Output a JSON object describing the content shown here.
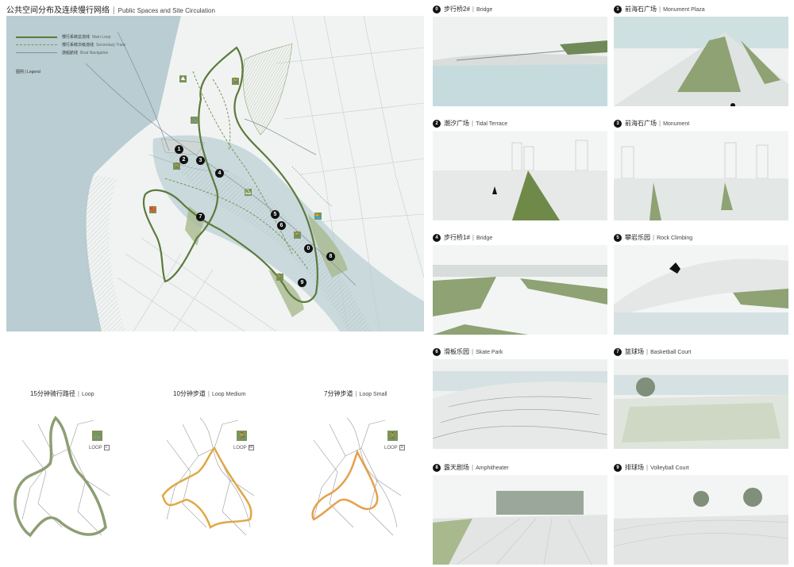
{
  "map": {
    "title_cn": "公共空间分布及连续慢行网络",
    "title_en": "Public Spaces and Site Circulation",
    "legend": [
      {
        "cn": "慢行系统总流线",
        "en": "Main Loop",
        "color": "#5d7a3c",
        "style": "solid-thick"
      },
      {
        "cn": "慢行系统次级流线",
        "en": "Secondary Trails",
        "color": "#7b9459",
        "style": "dashed"
      },
      {
        "cn": "游船航线",
        "en": "Boat Navigation",
        "color": "#7f8f98",
        "style": "thin"
      }
    ],
    "legend_title_cn": "图例",
    "legend_title_en": "Legend",
    "markers": [
      "1",
      "2",
      "3",
      "4",
      "5",
      "6",
      "7",
      "8",
      "9",
      "0"
    ],
    "colors": {
      "water": "#b9cdd2",
      "green": "#7b9459",
      "dark_green": "#5d7a3c",
      "land": "#f1f3f2"
    }
  },
  "loops": [
    {
      "cn": "15分钟骑行路径",
      "en": "Loop",
      "badge": "LOOP",
      "letter": "L",
      "color": "#8e9e74",
      "icon": "cyclist-icon"
    },
    {
      "cn": "10分钟步道",
      "en": "Loop Medium",
      "badge": "LOOP",
      "letter": "M",
      "color": "#e0a845",
      "icon": "runner-icon"
    },
    {
      "cn": "7分钟步道",
      "en": "Loop Small",
      "badge": "LOOP",
      "letter": "S",
      "color": "#e6a04a",
      "icon": "walker-icon"
    }
  ],
  "vignettes": [
    {
      "num": "0",
      "cn": "步行桥2#",
      "en": "Bridge",
      "scene": "bridge2"
    },
    {
      "num": "1",
      "cn": "前海石广场",
      "en": "Monument Plaza",
      "scene": "plaza"
    },
    {
      "num": "2",
      "cn": "潮汐广场",
      "en": "Tidal Terrace",
      "scene": "tidal"
    },
    {
      "num": "3",
      "cn": "前海石广场",
      "en": "Monument",
      "scene": "monument"
    },
    {
      "num": "4",
      "cn": "步行桥1#",
      "en": "Bridge",
      "scene": "bridge1"
    },
    {
      "num": "5",
      "cn": "攀岩乐园",
      "en": "Rock Climbing",
      "scene": "climb"
    },
    {
      "num": "6",
      "cn": "滑板乐园",
      "en": "Skate Park",
      "scene": "skate"
    },
    {
      "num": "7",
      "cn": "篮球场",
      "en": "Basketball Court",
      "scene": "basket"
    },
    {
      "num": "8",
      "cn": "露天剧场",
      "en": "Amphitheater",
      "scene": "amphi"
    },
    {
      "num": "9",
      "cn": "排球场",
      "en": "Volleyball Court",
      "scene": "volley"
    }
  ]
}
